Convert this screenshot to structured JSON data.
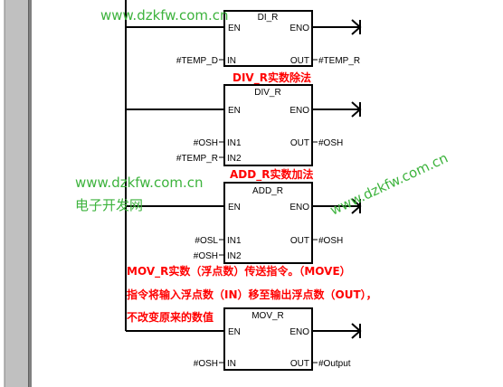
{
  "rungs": [
    {
      "title": "DI_R",
      "labels": {
        "en": "EN",
        "eno": "ENO",
        "in1": "IN",
        "out": "OUT"
      },
      "in1_var": "#TEMP_D",
      "out_var": "#TEMP_R"
    },
    {
      "title": "DIV_R",
      "labels": {
        "en": "EN",
        "eno": "ENO",
        "in1": "IN1",
        "in2": "IN2",
        "out": "OUT"
      },
      "in1_var": "#OSH",
      "in2_var": "#TEMP_R",
      "out_var": "#OSH"
    },
    {
      "title": "ADD_R",
      "labels": {
        "en": "EN",
        "eno": "ENO",
        "in1": "IN1",
        "in2": "IN2",
        "out": "OUT"
      },
      "in1_var": "#OSL",
      "in2_var": "#OSH",
      "out_var": "#OSH"
    },
    {
      "title": "MOV_R",
      "labels": {
        "en": "EN",
        "eno": "ENO",
        "in1": "IN",
        "out": "OUT"
      },
      "in1_var": "#OSH",
      "out_var": "#Output"
    }
  ],
  "annotations": {
    "div_r": "DIV_R实数除法",
    "add_r": "ADD_R实数加法",
    "mov_r_line1": "MOV_R实数（浮点数）传送指令。（MOVE）",
    "mov_r_line2": "指令将输入浮点数（IN）移至输出浮点数（OUT），",
    "mov_r_line3": "不改变原来的数值"
  },
  "watermarks": {
    "url": "www.dzkfw.com.cn",
    "site_name": "电子开发网"
  },
  "colors": {
    "annotation": "#ff0000",
    "watermark": "#3db33d",
    "wire": "#000000",
    "rail_shade": "#c0c0c0"
  }
}
